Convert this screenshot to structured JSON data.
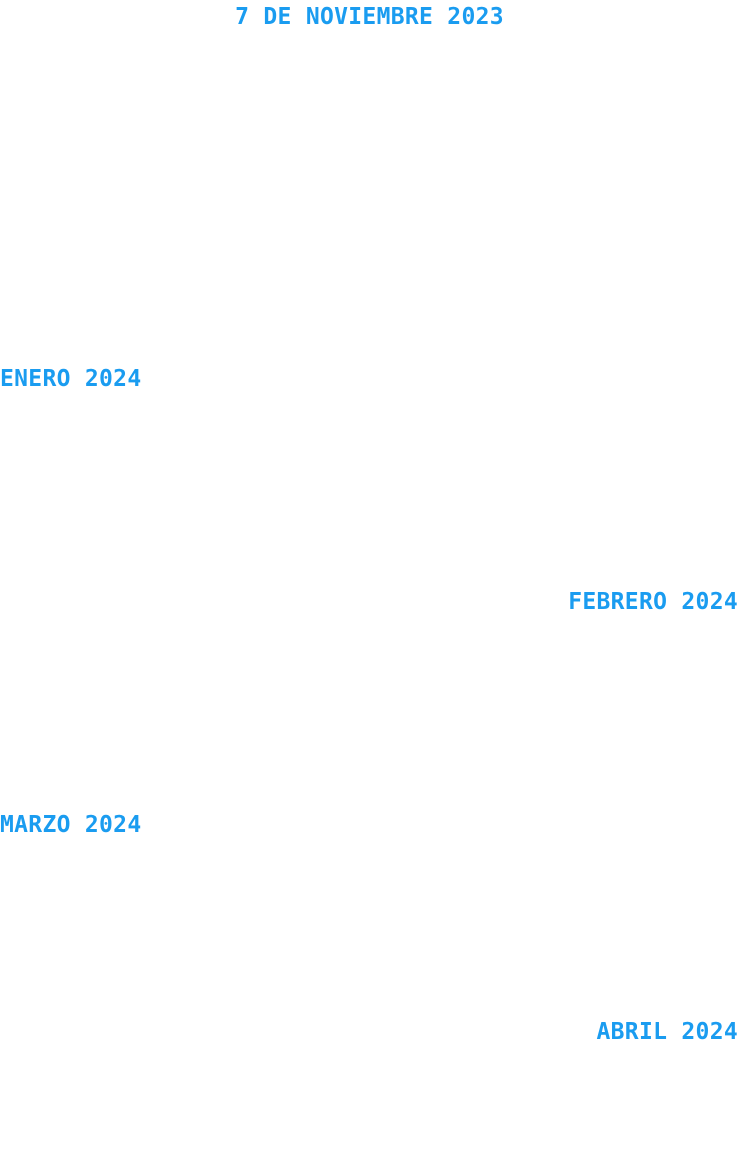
{
  "accent_color": "#1a9cf0",
  "timeline": {
    "headings": [
      {
        "label": "7 DE NOVIEMBRE 2023",
        "align": "center"
      },
      {
        "label": "ENERO 2024",
        "align": "left"
      },
      {
        "label": "FEBRERO 2024",
        "align": "right"
      },
      {
        "label": "MARZO 2024",
        "align": "left"
      },
      {
        "label": "ABRIL 2024",
        "align": "right"
      }
    ]
  }
}
